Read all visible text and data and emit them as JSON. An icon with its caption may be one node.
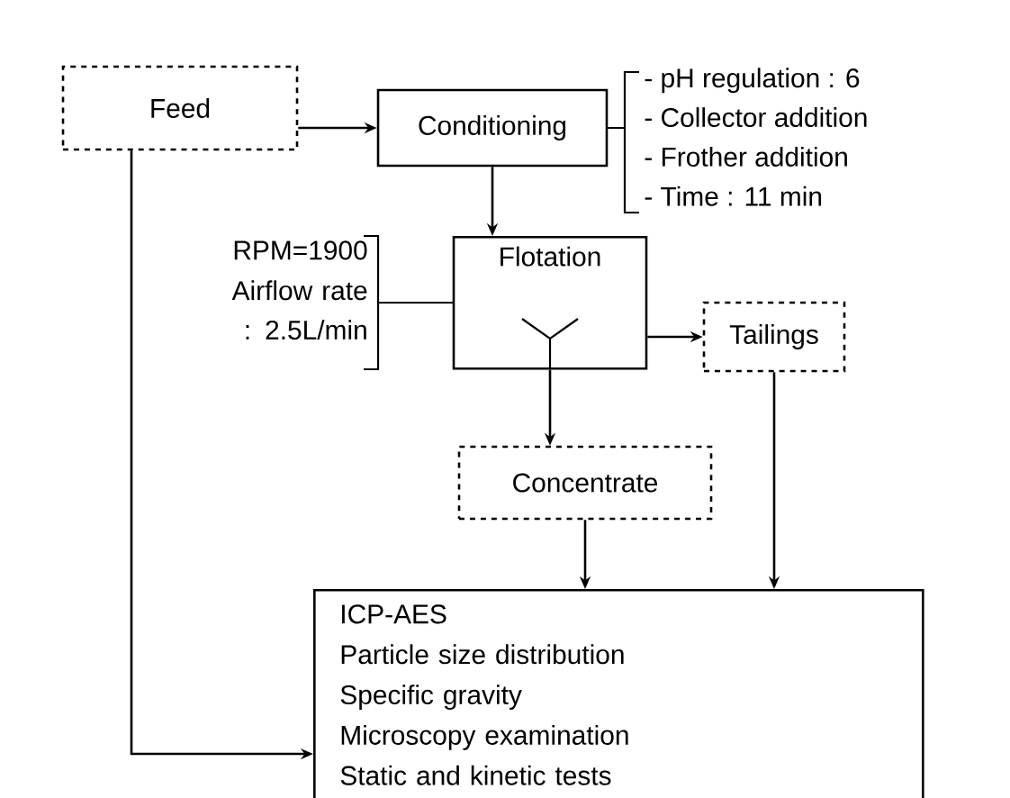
{
  "diagram": {
    "nodes": [
      {
        "text": [
          "Feed"
        ]
      },
      {
        "text": [
          "Conditioning"
        ],
        "beside": [
          "- pH regulation : 6",
          "- Collector addition",
          "- Frother addition",
          "- Time : 11 min"
        ]
      },
      {
        "text": [
          "Flotation"
        ],
        "beside": [
          "RPM=1900",
          "Airflow rate : 2.5L/min"
        ]
      },
      {
        "text": [
          "Tailings"
        ]
      },
      {
        "text": [
          "Concentrate"
        ]
      },
      {
        "text": [
          "ICP-AES",
          "Particle size distribution",
          "Specific gravity",
          "Microscopy examination",
          "Static and kinetic tests"
        ]
      }
    ],
    "edges": [
      {
        "from": 0,
        "to": 1,
        "arrow": "to"
      },
      {
        "from": 1,
        "to": 2,
        "arrow": "to"
      },
      {
        "from": 2,
        "to": 3,
        "arrow": "to"
      },
      {
        "from": 2,
        "to": 4,
        "arrow": "to"
      },
      {
        "from": 3,
        "to": 5,
        "arrow": "to"
      },
      {
        "from": 4,
        "to": 5,
        "arrow": "to"
      },
      {
        "from": 0,
        "to": 5,
        "arrow": "to"
      }
    ]
  }
}
